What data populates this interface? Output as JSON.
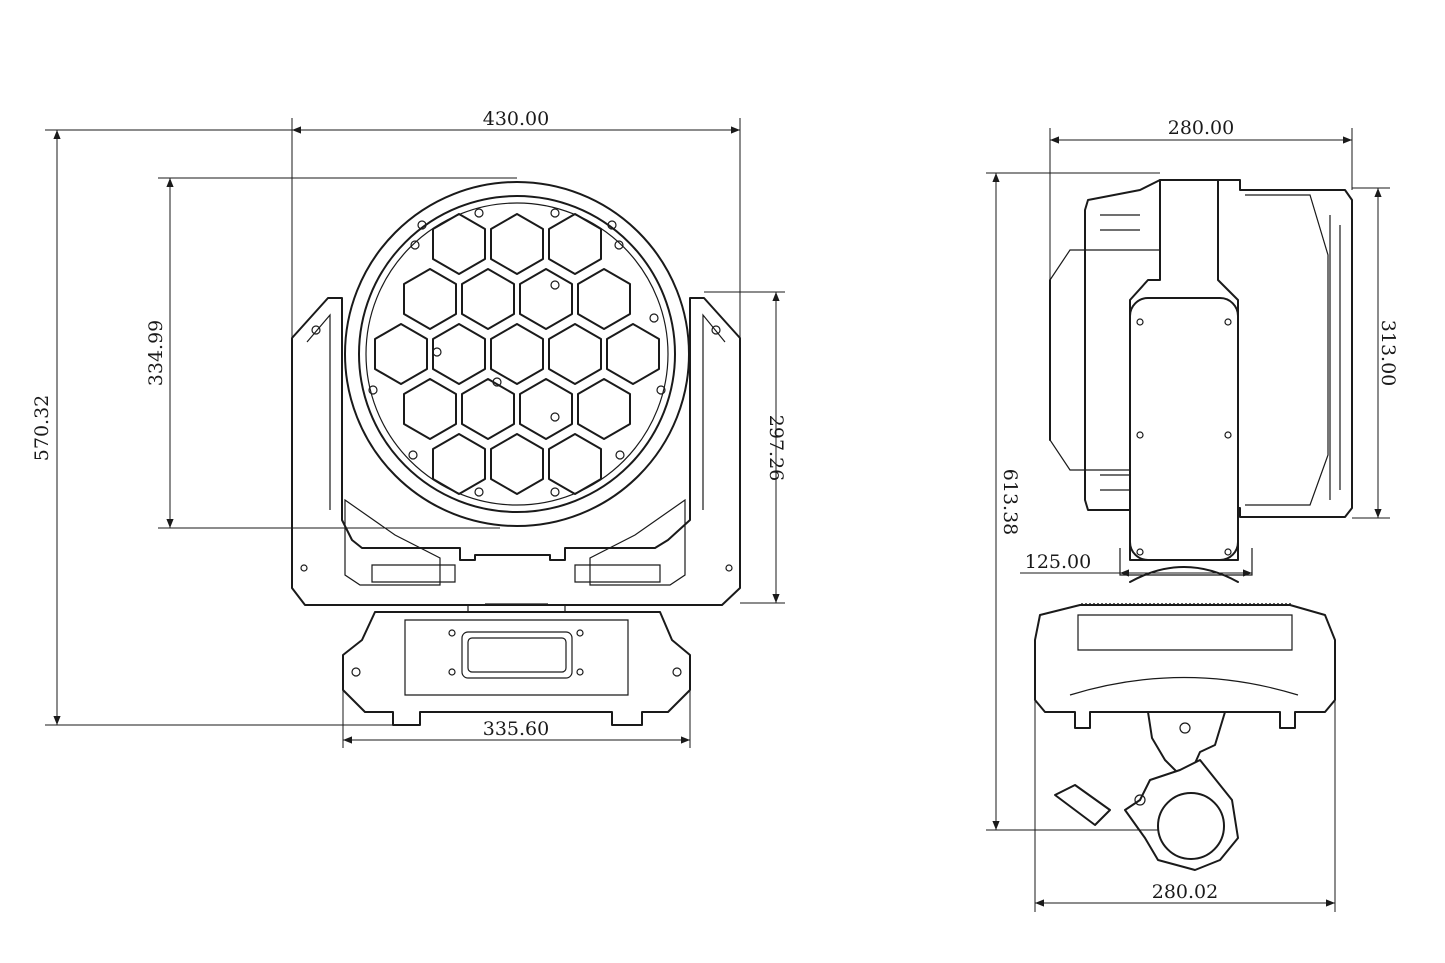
{
  "dimensions": {
    "front_width": "430.00",
    "front_total_height": "570.32",
    "front_head_height": "334.99",
    "front_yoke_height": "297.26",
    "front_base_width": "335.60",
    "side_head_width": "280.00",
    "side_head_height": "313.00",
    "side_total_height": "613.38",
    "side_arm_width": "125.00",
    "side_base_width": "280.02"
  },
  "colors": {
    "line": "#1a1a1a",
    "background": "#ffffff"
  }
}
